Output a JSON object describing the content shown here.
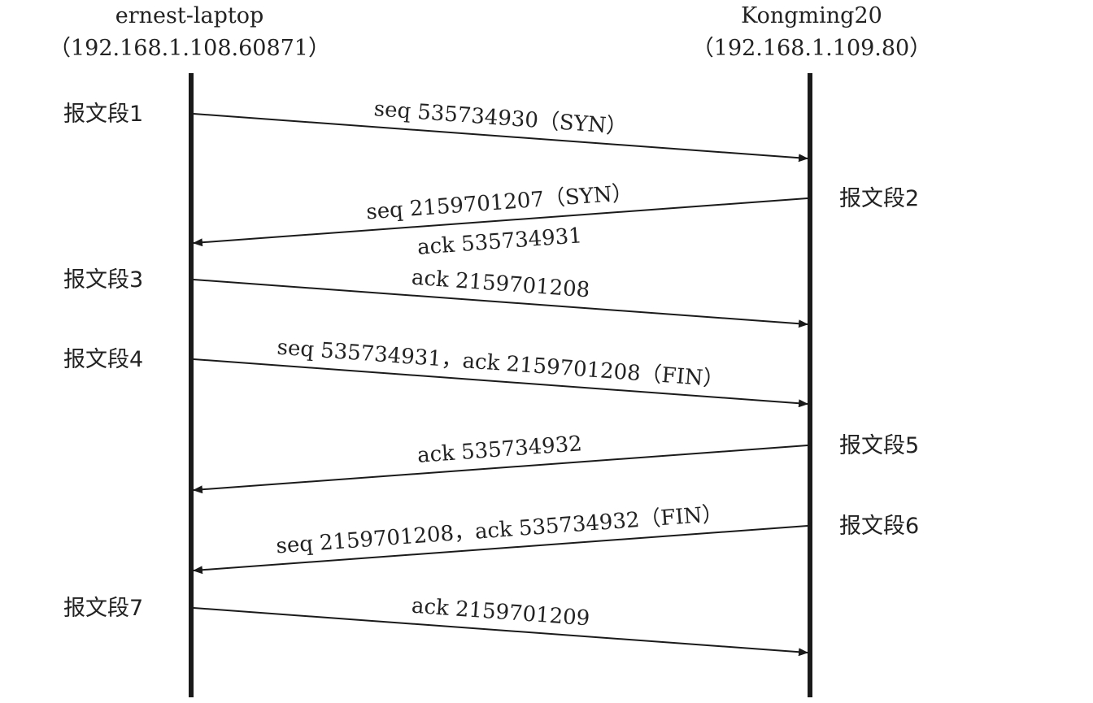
{
  "hosts": [
    {
      "name": "ernest-laptop",
      "address": "（192.168.1.108.60871）"
    },
    {
      "name": "Kongming20",
      "address": "（192.168.1.109.80）"
    }
  ],
  "segments": [
    {
      "label": "报文段1",
      "direction": "right",
      "lines": [
        "seq 535734930（SYN）"
      ]
    },
    {
      "label": "报文段2",
      "direction": "left",
      "lines": [
        "seq 2159701207（SYN）",
        "ack 535734931"
      ]
    },
    {
      "label": "报文段3",
      "direction": "right",
      "lines": [
        "ack 2159701208"
      ]
    },
    {
      "label": "报文段4",
      "direction": "right",
      "lines": [
        "seq 535734931，ack 2159701208（FIN）"
      ]
    },
    {
      "label": "报文段5",
      "direction": "left",
      "lines": [
        "ack 535734932"
      ]
    },
    {
      "label": "报文段6",
      "direction": "left",
      "lines": [
        "seq 2159701208，ack 535734932（FIN）"
      ]
    },
    {
      "label": "报文段7",
      "direction": "right",
      "lines": [
        "ack 2159701209"
      ]
    }
  ]
}
